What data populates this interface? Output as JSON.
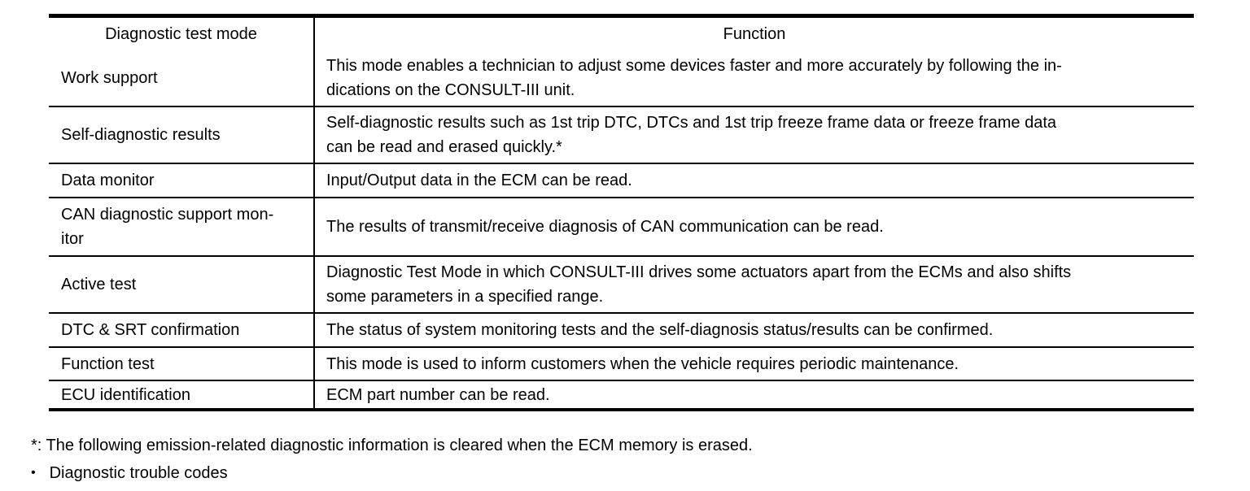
{
  "table": {
    "headers": [
      "Diagnostic test mode",
      "Function"
    ],
    "rows": [
      {
        "mode": "Work support",
        "function": "This mode enables a technician to adjust some devices faster and more accurately by following the in-\ndications on the CONSULT-III unit."
      },
      {
        "mode": "Self-diagnostic results",
        "function": "Self-diagnostic results such as 1st trip DTC, DTCs and 1st trip freeze frame data or freeze frame data\ncan be read and erased quickly.*"
      },
      {
        "mode": "Data monitor",
        "function": "Input/Output data in the ECM can be read."
      },
      {
        "mode": "CAN diagnostic support mon-\nitor",
        "function": "The results of transmit/receive diagnosis of CAN communication can be read."
      },
      {
        "mode": "Active test",
        "function": "Diagnostic Test Mode in which CONSULT-III drives some actuators apart from the ECMs and also shifts\nsome parameters in a specified range."
      },
      {
        "mode": "DTC & SRT confirmation",
        "function": "The status of system monitoring tests and the self-diagnosis status/results can be confirmed."
      },
      {
        "mode": "Function test",
        "function": "This mode is used to inform customers when the vehicle requires periodic maintenance."
      },
      {
        "mode": "ECU identification",
        "function": "ECM part number can be read."
      }
    ]
  },
  "footnotes": {
    "asterisk_note": "*: The following emission-related diagnostic information is cleared when the ECM memory is erased.",
    "bullet_glyph": "•",
    "bullet_item": "Diagnostic trouble codes"
  },
  "colors": {
    "text": "#000000",
    "background": "#ffffff",
    "border": "#000000"
  }
}
